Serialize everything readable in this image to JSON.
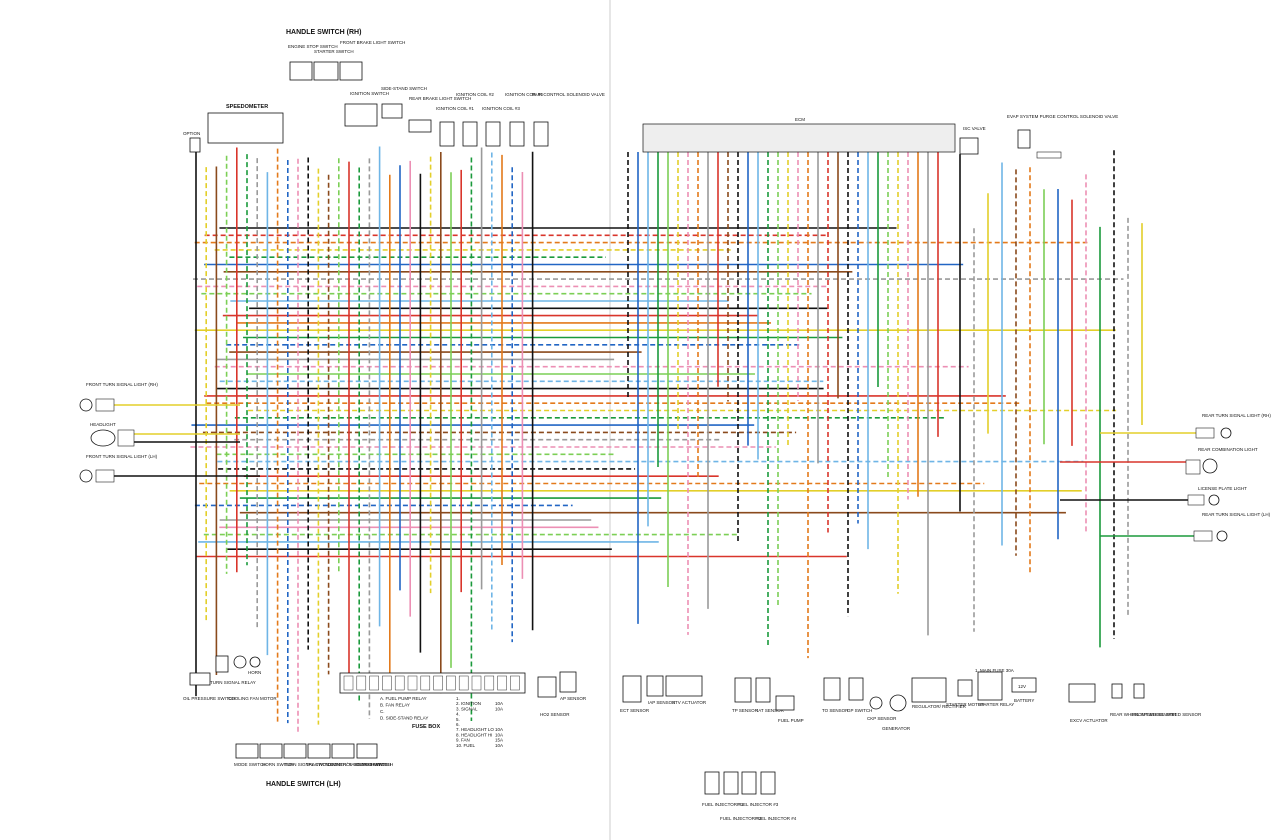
{
  "labels": {
    "handle_switch_rh": "HANDLE SWITCH (RH)",
    "handle_switch_lh": "HANDLE SWITCH (LH)",
    "engine_stop_switch": "ENGINE STOP SWITCH",
    "starter_switch": "STARTER SWITCH",
    "front_brake_light_switch": "FRONT BRAKE LIGHT SWITCH",
    "speedometer": "SPEEDOMETER",
    "option": "OPTION",
    "ignition_switch": "IGNITION SWITCH",
    "side_stand_switch": "SIDE-STAND SWITCH",
    "rear_brake_light_switch": "REAR BRAKE LIGHT SWITCH",
    "ignition_coil_1": "IGNITION COIL #1",
    "ignition_coil_2": "IGNITION COIL #2",
    "ignition_coil_3": "IGNITION COIL #3",
    "ignition_coil_4": "IGNITION COIL #4",
    "pair_control_solenoid_valve": "PAIR CONTROL SOLENOID VALVE",
    "ecm": "ECM",
    "isc_valve": "ISC VALVE",
    "evap_system": "EVAP SYSTEM PURGE CONTROL SOLENOID VALVE",
    "front_turn_rh": "FRONT TURN SIGNAL LIGHT (RH)",
    "headlight": "HEADLIGHT",
    "front_turn_lh": "FRONT TURN SIGNAL LIGHT (LH)",
    "rear_turn_rh": "REAR TURN SIGNAL LIGHT (RH)",
    "rear_combination_light": "REAR COMBINATION LIGHT",
    "license_plate_light": "LICENSE PLATE LIGHT",
    "rear_turn_lh": "REAR TURN SIGNAL LIGHT (LH)",
    "oil_pressure_switch": "OIL PRESSURE SWITCH",
    "turn_signal_relay": "TURN SIGNAL RELAY",
    "cooling_fan_motor": "COOLING FAN MOTOR",
    "horn": "HORN",
    "fuse_box": "FUSE BOX",
    "ho2_sensor": "HO2 SENSOR",
    "ap_sensor": "AP SENSOR",
    "ect_sensor": "ECT SENSOR",
    "iap_sensor": "IAP SENSOR",
    "stv_actuator": "STV ACTUATOR",
    "tp_sensor": "TP SENSOR",
    "iat_sensor": "IAT SENSOR",
    "fuel_pump": "FUEL PUMP",
    "to_sensor": "TO SENSOR",
    "gp_switch": "GP SWITCH",
    "ckp_sensor": "CKP SENSOR",
    "generator": "GENERATOR",
    "regulator_rectifier": "REGULATOR/ RECTIFIER",
    "starter_motor": "STARTER MOTOR",
    "starter_relay": "STARTER RELAY",
    "battery": "BATTERY",
    "battery_voltage": "12V",
    "main_fuse": "1. MAIN FUSE 30A",
    "exhaust_actuator": "EXCV ACTUATOR",
    "rear_wheel_speed_sensor": "REAR WHEEL SPEED SENSOR",
    "front_wheel_speed_sensor": "FRONT WHEEL SPEED SENSOR",
    "fuel_injector_1": "FUEL INJECTOR #1",
    "fuel_injector_2": "FUEL INJECTOR #2",
    "fuel_injector_3": "FUEL INJECTOR #3",
    "fuel_injector_4": "FUEL INJECTOR #4",
    "mode_switch": "MODE SWITCH",
    "horn_switch": "HORN SWITCH",
    "turn_signal_switch": "TURN SIGNAL SWITCH",
    "traction_control_switch": "TRACTION CONTROL SYSTEM SWITCH",
    "dimmer_passing_switch": "DIMMER/ PASSING SWITCH",
    "clutch_switch": "CLUTCH SWITCH"
  },
  "relays": [
    "A. FUEL PUMP RELAY",
    "B. FAN RELAY",
    "C.",
    "D. SIDE-STAND RELAY"
  ],
  "fuses": [
    {
      "name": "1.",
      "rating": ""
    },
    {
      "name": "2. IGNITION",
      "rating": "10A"
    },
    {
      "name": "3. SIGNAL",
      "rating": "10A"
    },
    {
      "name": "4.",
      "rating": ""
    },
    {
      "name": "5.",
      "rating": ""
    },
    {
      "name": "6.",
      "rating": ""
    },
    {
      "name": "7. HEADLIGHT LO",
      "rating": "10A"
    },
    {
      "name": "8. HEADLIGHT HI",
      "rating": "10A"
    },
    {
      "name": "9. FAN",
      "rating": "15A"
    },
    {
      "name": "10. FUEL",
      "rating": "10A"
    }
  ],
  "colors": {
    "black": "#111111",
    "red": "#d9352b",
    "orange": "#e37a1b",
    "yellow": "#e3cf2a",
    "green": "#1b9a3c",
    "blue": "#2266c4",
    "brown": "#8a4a1c",
    "grey": "#9a9a9a",
    "white": "#dddddd",
    "pink": "#ec8fb4",
    "lightgreen": "#7ccf56",
    "lightblue": "#6fb5e6"
  }
}
